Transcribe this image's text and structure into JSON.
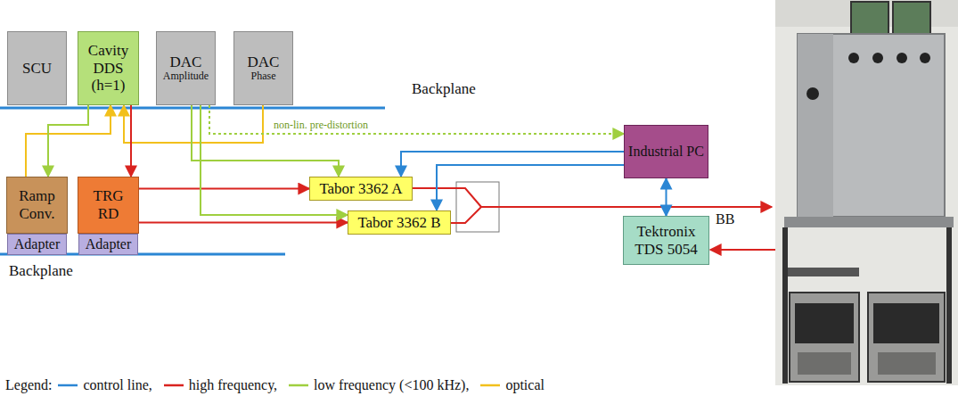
{
  "diagram": {
    "nodes": [
      {
        "text": [
          "SCU"
        ]
      },
      {
        "text": [
          "Cavity DDS (h=1)"
        ]
      },
      {
        "text": [
          "DAC",
          "Amplitude"
        ]
      },
      {
        "text": [
          "DAC",
          "Phase"
        ]
      },
      {
        "text": [
          "Ramp Conv."
        ]
      },
      {
        "text": [
          "Adapter"
        ]
      },
      {
        "text": [
          "TRG RD"
        ]
      },
      {
        "text": [
          "Adapter"
        ]
      },
      {
        "text": [
          "Tabor 3362 A"
        ]
      },
      {
        "text": [
          "Tabor 3362 B"
        ]
      },
      {
        "text": [
          "Industrial PC"
        ]
      },
      {
        "text": [
          "Tektronix TDS 5054"
        ]
      }
    ],
    "edges": [
      {
        "from": 4,
        "to": 1,
        "arrow": "to"
      },
      {
        "from": 1,
        "to": 4,
        "arrow": "to"
      },
      {
        "from": 3,
        "to": 1,
        "arrow": "to"
      },
      {
        "from": 1,
        "to": 6,
        "arrow": "to"
      },
      {
        "from": 6,
        "to": 8,
        "arrow": "to"
      },
      {
        "from": 6,
        "to": 9,
        "arrow": "to"
      },
      {
        "from": 2,
        "to": 8,
        "arrow": "to"
      },
      {
        "from": 2,
        "to": 9,
        "arrow": "to"
      },
      {
        "from": 2,
        "to": 10,
        "label": "non-lin. pre-distortion",
        "arrow": "to"
      },
      {
        "from": 10,
        "to": 8,
        "arrow": "to"
      },
      {
        "from": 10,
        "to": 9,
        "arrow": "to"
      },
      {
        "from": 10,
        "to": 11,
        "arrow": "both"
      }
    ],
    "labels": [
      "Backplane",
      "Backplane",
      "BB",
      "Legend:"
    ],
    "legend": [
      {
        "text": "control line,"
      },
      {
        "text": "high frequency,"
      },
      {
        "text": "low frequency (<100 kHz),"
      },
      {
        "text": "optical"
      }
    ]
  }
}
